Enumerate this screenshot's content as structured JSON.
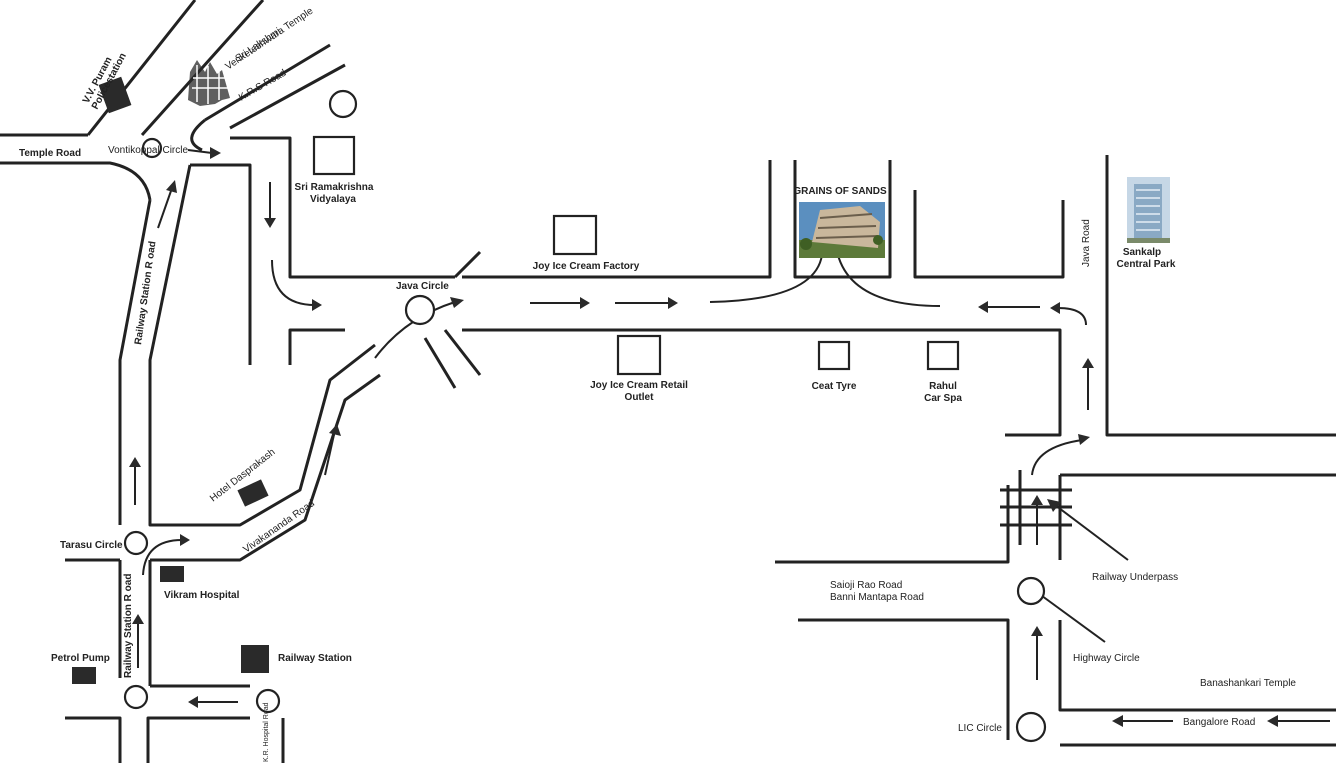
{
  "labels": {
    "vv_puram_1": "V.V. Puram",
    "vv_puram_2": "Policestation",
    "temple_1": "Sri Lakshmi",
    "temple_2": "Venketeshwara Temple",
    "krs_road": "K.R.S Road",
    "temple_road": "Temple Road",
    "vontikoppal": "Vontikoppal Circle",
    "ramakrishna_1": "Sri Ramakrishna",
    "ramakrishna_2": "Vidyalaya",
    "railway_station_road_top": "Railway Station R oad",
    "java_circle": "Java Circle",
    "joy_factory": "Joy Ice Cream Factory",
    "grains": "GRAINS OF SANDS",
    "java_road": "Java Road",
    "sankalp_1": "Sankalp",
    "sankalp_2": "Central Park",
    "joy_outlet_1": "Joy Ice Cream Retail",
    "joy_outlet_2": "Outlet",
    "ceat": "Ceat Tyre",
    "rahul_1": "Rahul",
    "rahul_2": "Car Spa",
    "hotel": "Hotel Dasprakash",
    "vivekananda": "Vivakananda Road",
    "tarasu": "Tarasu Circle",
    "vikram": "Vikram Hospital",
    "railway_station_road_bottom": "Railway Station R oad",
    "petrol": "Petrol Pump",
    "railway_station": "Railway Station",
    "kr_hospital": "K.R. Hospital Road",
    "saioji": "Saioji Rao Road",
    "banni": "Banni Mantapa Road",
    "underpass": "Railway Underpass",
    "highway": "Highway Circle",
    "banashankari": "Banashankari Temple",
    "bangalore": "Bangalore Road",
    "lic": "LIC Circle"
  }
}
